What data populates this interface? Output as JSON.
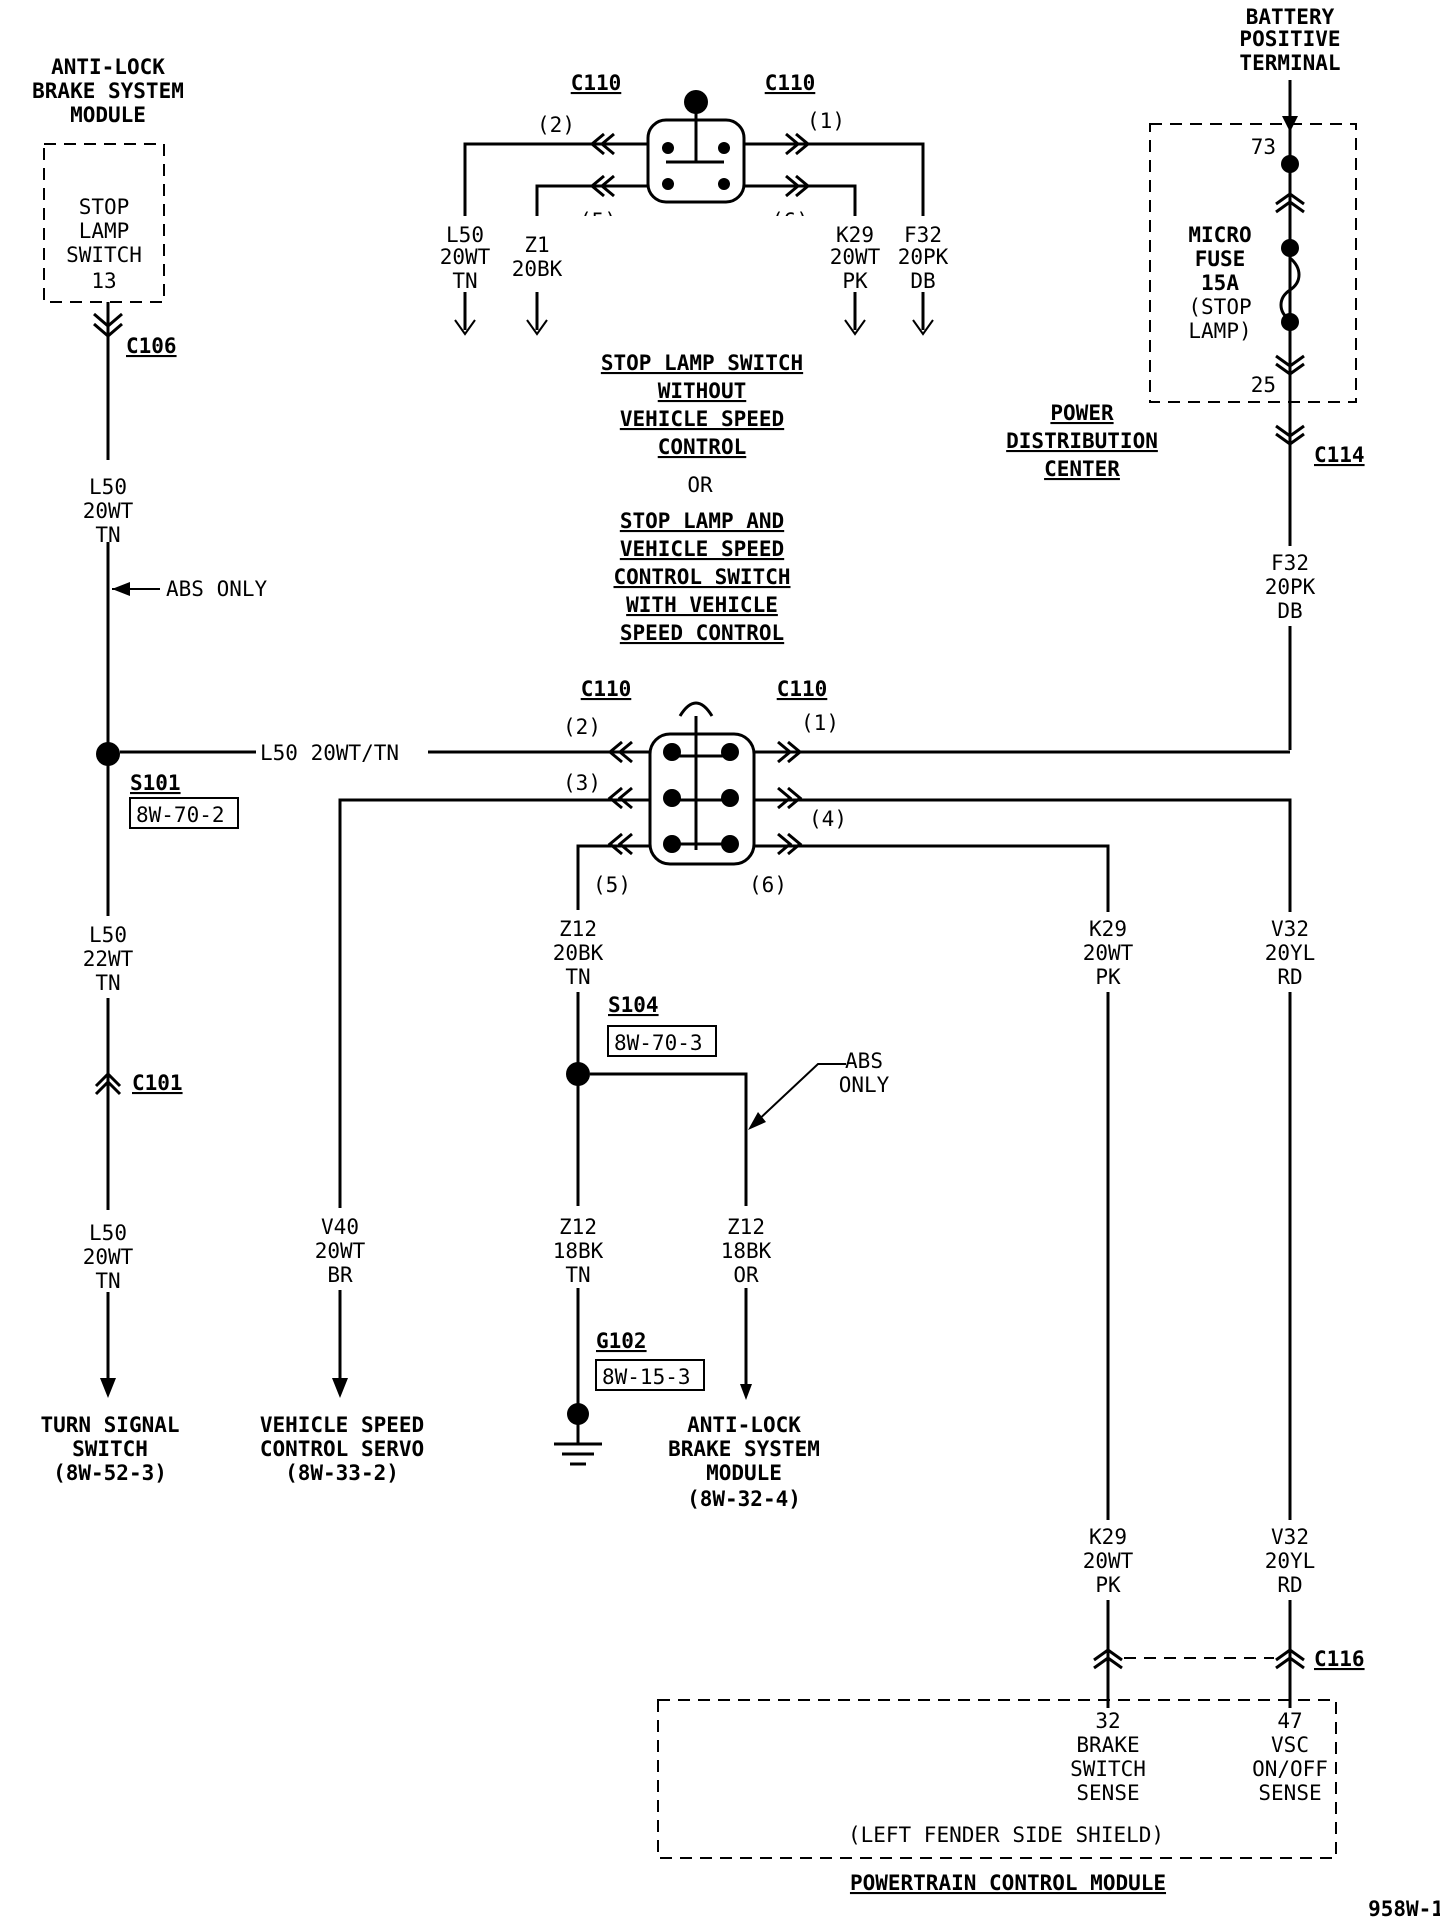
{
  "battery": {
    "line1": "BATTERY",
    "line2": "POSITIVE",
    "line3": "TERMINAL"
  },
  "abs_module_top": {
    "line1": "ANTI-LOCK",
    "line2": "BRAKE SYSTEM",
    "line3": "MODULE"
  },
  "stop_lamp_switch_box": {
    "line1": "STOP",
    "line2": "LAMP",
    "line3": "SWITCH",
    "pin": "13"
  },
  "connectors": {
    "c106": "C106",
    "c101": "C101",
    "c110": "C110",
    "c114": "C114",
    "c116": "C116"
  },
  "pins": {
    "p1": "(1)",
    "p2": "(2)",
    "p3": "(3)",
    "p4": "(4)",
    "p5": "(5)",
    "p6": "(6)"
  },
  "wires": {
    "l50_20wt_tn": [
      "L50",
      "20WT",
      "TN"
    ],
    "l50_22wt_tn": [
      "L50",
      "22WT",
      "TN"
    ],
    "z1_20bk": [
      "Z1",
      "20BK"
    ],
    "k29_20wt_pk": [
      "K29",
      "20WT",
      "PK"
    ],
    "f32_20pk_db": [
      "F32",
      "20PK",
      "DB"
    ],
    "z12_20bk_tn": [
      "Z12",
      "20BK",
      "TN"
    ],
    "z12_18bk_tn": [
      "Z12",
      "18BK",
      "TN"
    ],
    "z12_18bk_or": [
      "Z12",
      "18BK",
      "OR"
    ],
    "v40_20wt_br": [
      "V40",
      "20WT",
      "BR"
    ],
    "v32_20yl_rd": [
      "V32",
      "20YL",
      "RD"
    ],
    "l50_inline": "L50 20WT/TN"
  },
  "abs_only": "ABS ONLY",
  "abs_only_lower": {
    "line1": "ABS",
    "line2": "ONLY"
  },
  "splices": {
    "s101": "S101",
    "s101_ref": "8W-70-2",
    "s104": "S104",
    "s104_ref": "8W-70-3",
    "g102": "G102",
    "g102_ref": "8W-15-3"
  },
  "fuse": {
    "top_pin": "73",
    "bottom_pin": "25",
    "line1": "MICRO",
    "line2": "FUSE",
    "line3": "15A",
    "line4": "(STOP",
    "line5": "LAMP)"
  },
  "pdc": {
    "line1": "POWER",
    "line2": "DISTRIBUTION",
    "line3": "CENTER"
  },
  "variants": {
    "a1": "STOP LAMP SWITCH",
    "a2": "WITHOUT",
    "a3": "VEHICLE SPEED",
    "a4": "CONTROL",
    "or": "OR",
    "b1": "STOP LAMP AND",
    "b2": "VEHICLE SPEED",
    "b3": "CONTROL SWITCH",
    "b4": "WITH VEHICLE",
    "b5": "SPEED CONTROL"
  },
  "destinations": {
    "turn_signal": {
      "line1": "TURN SIGNAL",
      "line2": "SWITCH",
      "line3": "(8W-52-3)"
    },
    "vsc_servo": {
      "line1": "VEHICLE SPEED",
      "line2": "CONTROL SERVO",
      "line3": "(8W-33-2)"
    },
    "abs_module": {
      "line1": "ANTI-LOCK",
      "line2": "BRAKE SYSTEM",
      "line3": "MODULE",
      "line4": "(8W-32-4)"
    }
  },
  "pcm": {
    "pin32": {
      "line1": "32",
      "line2": "BRAKE",
      "line3": "SWITCH",
      "line4": "SENSE"
    },
    "pin47": {
      "line1": "47",
      "line2": "VSC",
      "line3": "ON/OFF",
      "line4": "SENSE"
    },
    "note": "(LEFT FENDER SIDE SHIELD)",
    "title": "POWERTRAIN CONTROL MODULE"
  },
  "figure_id": "958W-1"
}
